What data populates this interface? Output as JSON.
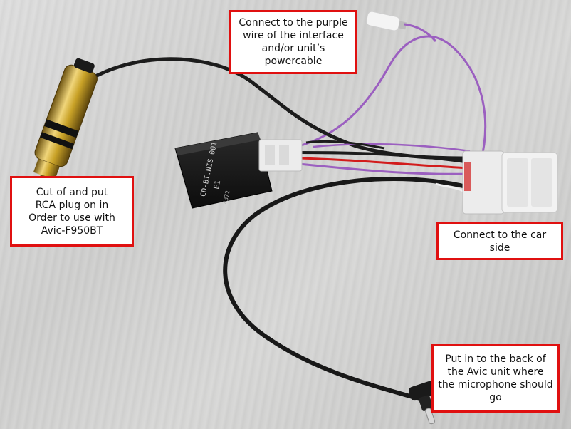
{
  "callouts": {
    "purple_wire": "Connect to the purple\nwire of the interface\nand/or unit’s\npowercable",
    "rca_plug": "Cut of and put\nRCA plug on in\nOrder to use with\nAvic-F950BT",
    "car_side": "Connect to the car side",
    "microphone": "Put in to the back of\nthe Avic unit where\nthe microphone should\ngo"
  },
  "module_label": {
    "model": "CD-BI.NIS 001",
    "badge": "E1",
    "code": "4372"
  },
  "colors": {
    "callout_border": "#e01010",
    "wire_purple": "#9b5fc0",
    "wire_black": "#1c1c1c",
    "wire_red": "#d21c1c",
    "connector_white": "#ececec",
    "rca_gold": "#c9a227"
  }
}
